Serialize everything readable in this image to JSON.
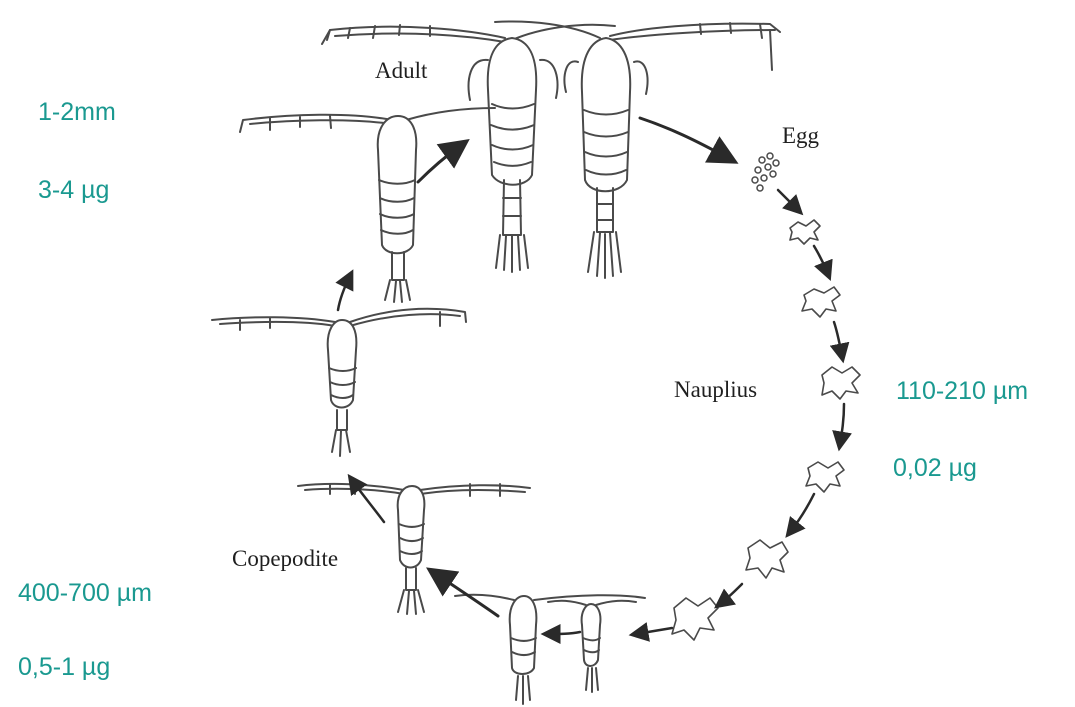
{
  "colors": {
    "stat_text": "#1a9990",
    "line": "#4a4a4a",
    "fill": "#ffffff"
  },
  "stages": {
    "adult": "Adult",
    "egg": "Egg",
    "nauplius": "Nauplius",
    "copepodite": "Copepodite"
  },
  "stats": {
    "adult_length": "1-2mm",
    "adult_mass": "3-4 µg",
    "nauplius_length": "110-210 µm",
    "nauplius_mass": "0,02 µg",
    "copepodite_length": "400-700 µm",
    "copepodite_mass": "0,5-1 µg"
  }
}
